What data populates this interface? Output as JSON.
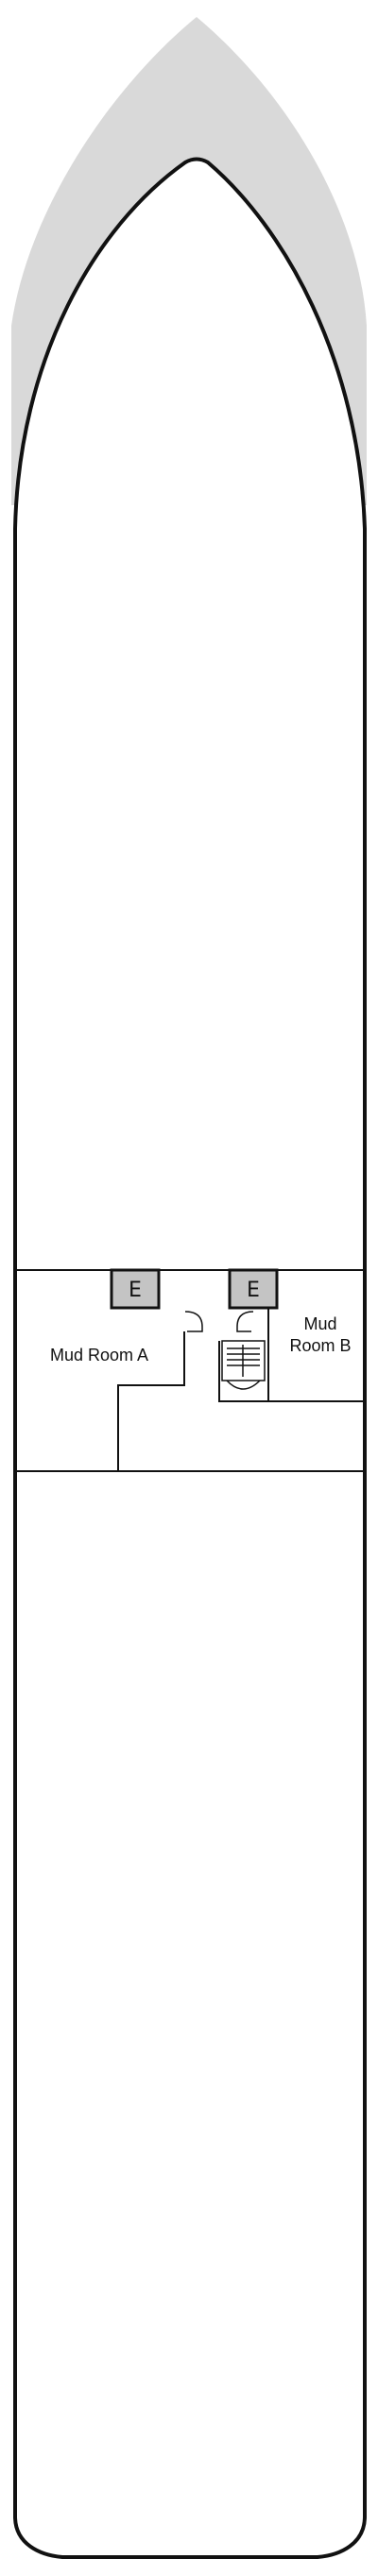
{
  "deck_plan": {
    "elevators": [
      {
        "label": "E"
      },
      {
        "label": "E"
      }
    ],
    "rooms": [
      {
        "name": "Mud Room A",
        "lines": [
          "Mud Room A"
        ]
      },
      {
        "name": "Mud Room B",
        "lines": [
          "Mud",
          "Room B"
        ]
      }
    ],
    "colors": {
      "hull_outline": "#111111",
      "bow_shadow": "#d9d9d9",
      "elevator_fill": "#c4c4c4",
      "background": "#ffffff"
    }
  }
}
